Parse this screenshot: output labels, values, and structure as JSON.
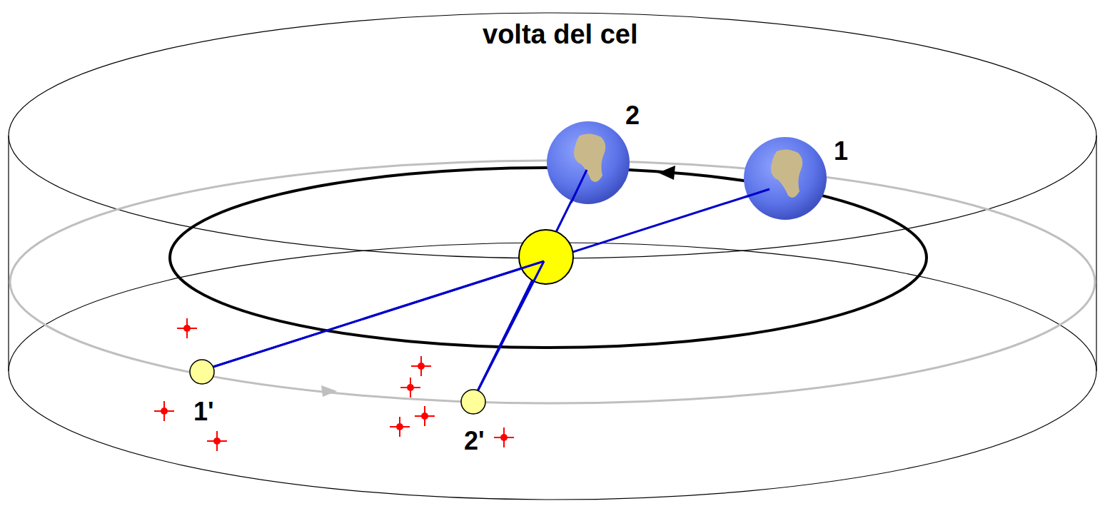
{
  "diagram": {
    "title": "volta del cel",
    "labels": [
      "2",
      "1",
      "1'",
      "2'"
    ]
  }
}
